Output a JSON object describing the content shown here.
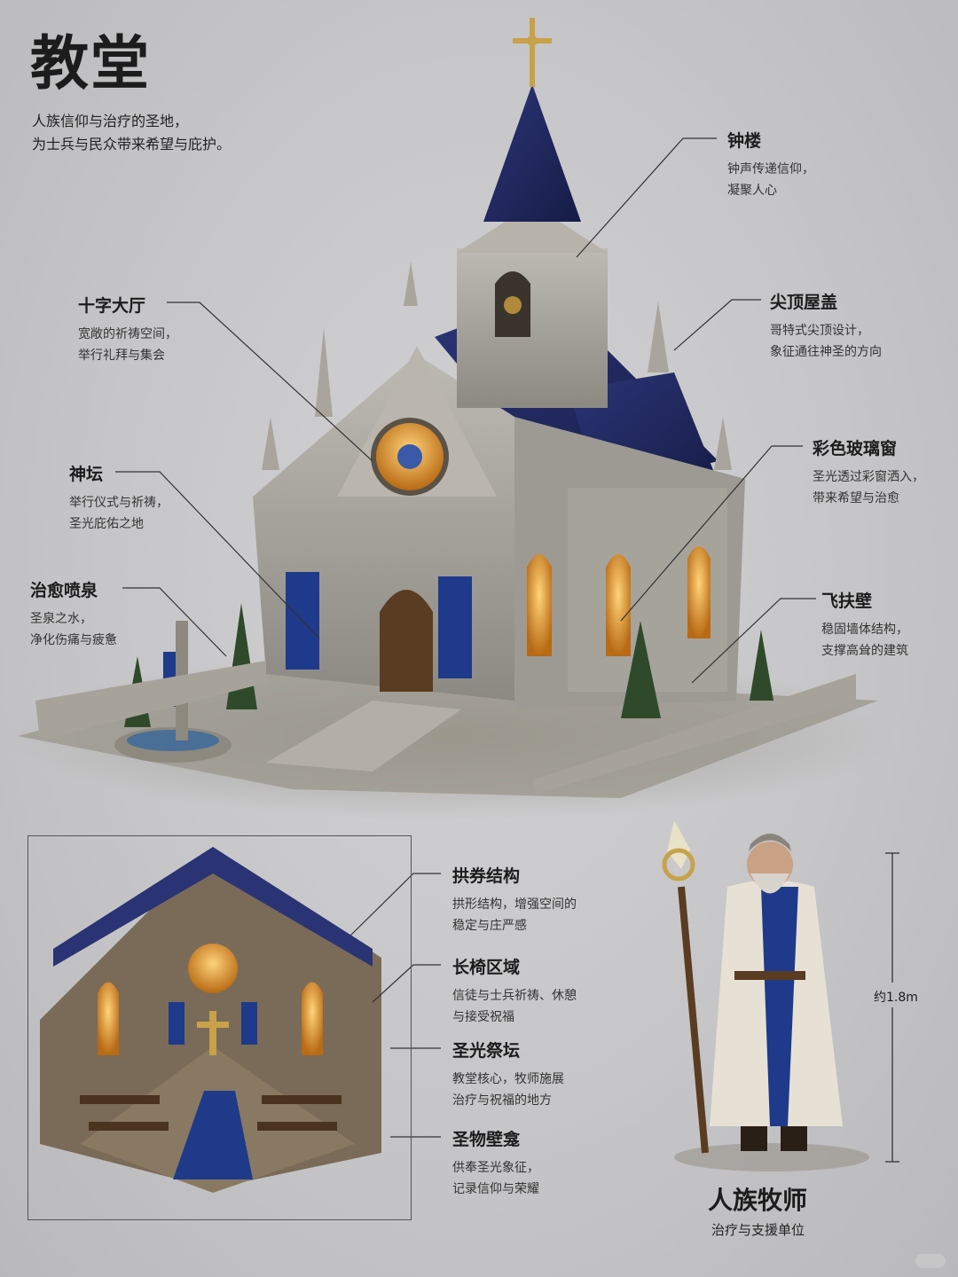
{
  "header": {
    "title": "教堂",
    "subtitle_lines": [
      "人族信仰与治疗的圣地，",
      "为士兵与民众带来希望与庇护。"
    ]
  },
  "exterior_callouts": {
    "bell_tower": {
      "title": "钟楼",
      "lines": [
        "钟声传递信仰，",
        "凝聚人心"
      ]
    },
    "cross_hall": {
      "title": "十字大厅",
      "lines": [
        "宽敞的祈祷空间，",
        "举行礼拜与集会"
      ]
    },
    "spire_roof": {
      "title": "尖顶屋盖",
      "lines": [
        "哥特式尖顶设计，",
        "象征通往神圣的方向"
      ]
    },
    "altar": {
      "title": "神坛",
      "lines": [
        "举行仪式与祈祷，",
        "圣光庇佑之地"
      ]
    },
    "stained_glass": {
      "title": "彩色玻璃窗",
      "lines": [
        "圣光透过彩窗洒入，",
        "带来希望与治愈"
      ]
    },
    "healing_fountain": {
      "title": "治愈喷泉",
      "lines": [
        "圣泉之水，",
        "净化伤痛与疲惫"
      ]
    },
    "flying_buttress": {
      "title": "飞扶壁",
      "lines": [
        "稳固墙体结构，",
        "支撑高耸的建筑"
      ]
    }
  },
  "interior_callouts": {
    "arch_structure": {
      "title": "拱券结构",
      "lines": [
        "拱形结构，增强空间的",
        "稳定与庄严感"
      ]
    },
    "pew_area": {
      "title": "长椅区域",
      "lines": [
        "信徒与士兵祈祷、休憩",
        "与接受祝福"
      ]
    },
    "holy_altar": {
      "title": "圣光祭坛",
      "lines": [
        "教堂核心，牧师施展",
        "治疗与祝福的地方"
      ]
    },
    "relic_niche": {
      "title": "圣物壁龛",
      "lines": [
        "供奉圣光象征，",
        "记录信仰与荣耀"
      ]
    }
  },
  "unit": {
    "name": "人族牧师",
    "subtitle": "治疗与支援单位",
    "height_label": "约1.8m"
  },
  "colors": {
    "background": "#c6c6c8",
    "stone": "#a9a6a0",
    "roof_blue": "#26306a",
    "gold": "#c8a24a",
    "banner_blue": "#1f3a8a",
    "window_amber": "#e0a030"
  }
}
